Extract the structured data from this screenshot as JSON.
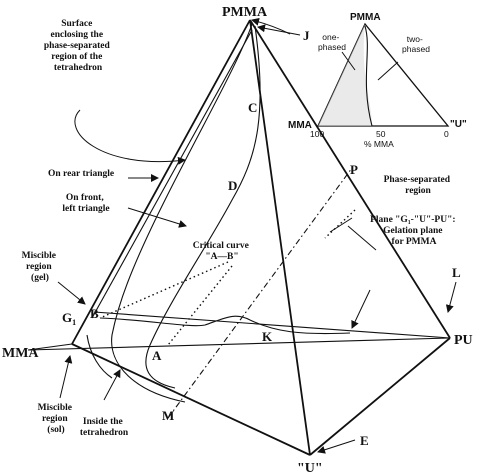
{
  "vertices": {
    "top": "PMMA",
    "left": "MMA",
    "right": "PU",
    "bottom": "\"U\""
  },
  "points": {
    "J": "J",
    "C": "C",
    "D": "D",
    "P": "P",
    "L": "L",
    "K": "K",
    "A": "A",
    "B": "B",
    "G1": "G",
    "G1_sub": "1",
    "M": "M",
    "E": "E"
  },
  "annotations": {
    "surface": [
      "Surface",
      "enclosing the",
      "phase-separated",
      "region of the",
      "tetrahedron"
    ],
    "rear_triangle": "On rear triangle",
    "front_left": [
      "On front,",
      "left triangle"
    ],
    "miscible_gel": [
      "Miscible",
      "region",
      "(gel)"
    ],
    "critical_curve": [
      "Critical curve",
      "\"A—B\""
    ],
    "phase_separated": [
      "Phase-separated",
      "region"
    ],
    "gelation_plane": [
      "Plane \"G₁-\"U\"-PU\":",
      "Gelation plane",
      "for PMMA"
    ],
    "miscible_sol": [
      "Miscible",
      "region",
      "(sol)"
    ],
    "inside": [
      "Inside the",
      "tetrahedron"
    ]
  },
  "inset": {
    "top": "PMMA",
    "left": "MMA",
    "right": "\"U\"",
    "one_phased": [
      "one-",
      "phased"
    ],
    "two_phased": [
      "two-",
      "phased"
    ],
    "ticks": [
      "100",
      "50",
      "0"
    ],
    "axis_label": "% MMA"
  }
}
